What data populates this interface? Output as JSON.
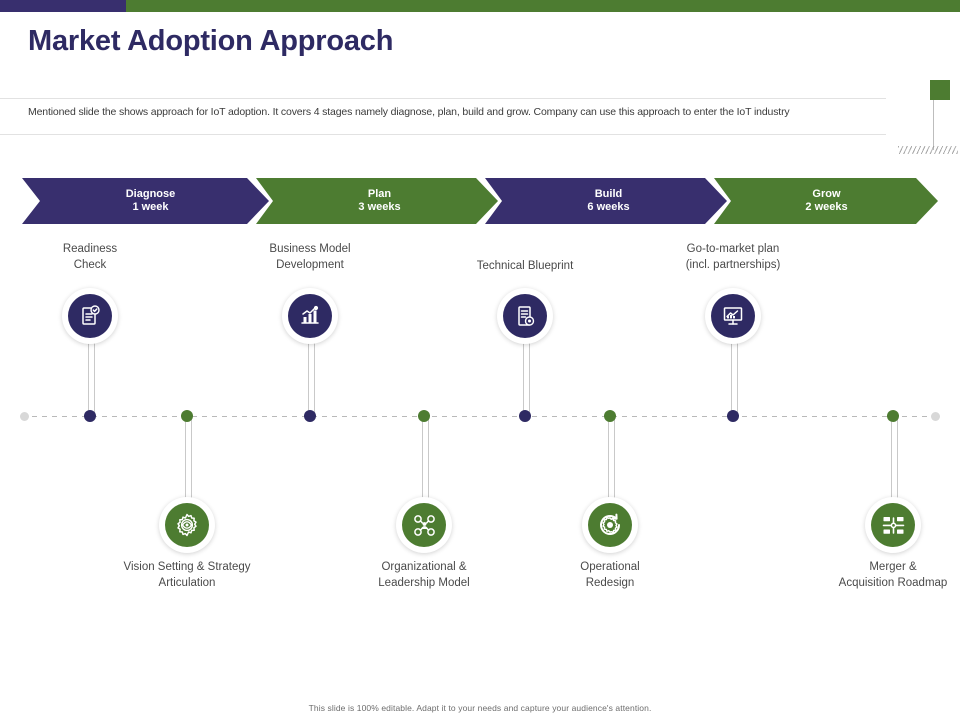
{
  "theme": {
    "purple": "#382f6e",
    "purple_dark": "#2e2a63",
    "green": "#4d7c31",
    "text": "#4a4a4a",
    "rule": "#e2e2e2"
  },
  "header": {
    "title": "Market Adoption Approach",
    "subtitle": "Mentioned slide the shows approach for IoT adoption. It covers 4 stages namely diagnose, plan, build and grow. Company can use this approach to enter the IoT industry"
  },
  "phases": [
    {
      "name": "Diagnose",
      "duration": "1 week",
      "color": "purple"
    },
    {
      "name": "Plan",
      "duration": "3 weeks",
      "color": "green"
    },
    {
      "name": "Build",
      "duration": "6 weeks",
      "color": "purple"
    },
    {
      "name": "Grow",
      "duration": "2 weeks",
      "color": "green"
    }
  ],
  "milestones_top": [
    {
      "label": "Readiness\nCheck",
      "icon": "document-check-icon",
      "color": "purple"
    },
    {
      "label": "Business Model\nDevelopment",
      "icon": "bar-chart-growth-icon",
      "color": "purple"
    },
    {
      "label": "Technical Blueprint",
      "icon": "document-gear-icon",
      "color": "purple"
    },
    {
      "label": "Go-to-market  plan\n(incl. partnerships)",
      "icon": "presentation-board-icon",
      "color": "purple"
    }
  ],
  "milestones_bottom": [
    {
      "label": "Vision Setting & Strategy\nArticulation",
      "icon": "gear-eye-icon",
      "color": "green"
    },
    {
      "label": "Organizational  &\nLeadership Model",
      "icon": "org-network-icon",
      "color": "green"
    },
    {
      "label": "Operational\nRedesign",
      "icon": "gear-refresh-icon",
      "color": "green"
    },
    {
      "label": "Merger  &\nAcquisition Roadmap",
      "icon": "merge-nodes-icon",
      "color": "green"
    }
  ],
  "footer": {
    "note": "This slide is 100% editable. Adapt it to your needs and capture your audience's attention."
  }
}
